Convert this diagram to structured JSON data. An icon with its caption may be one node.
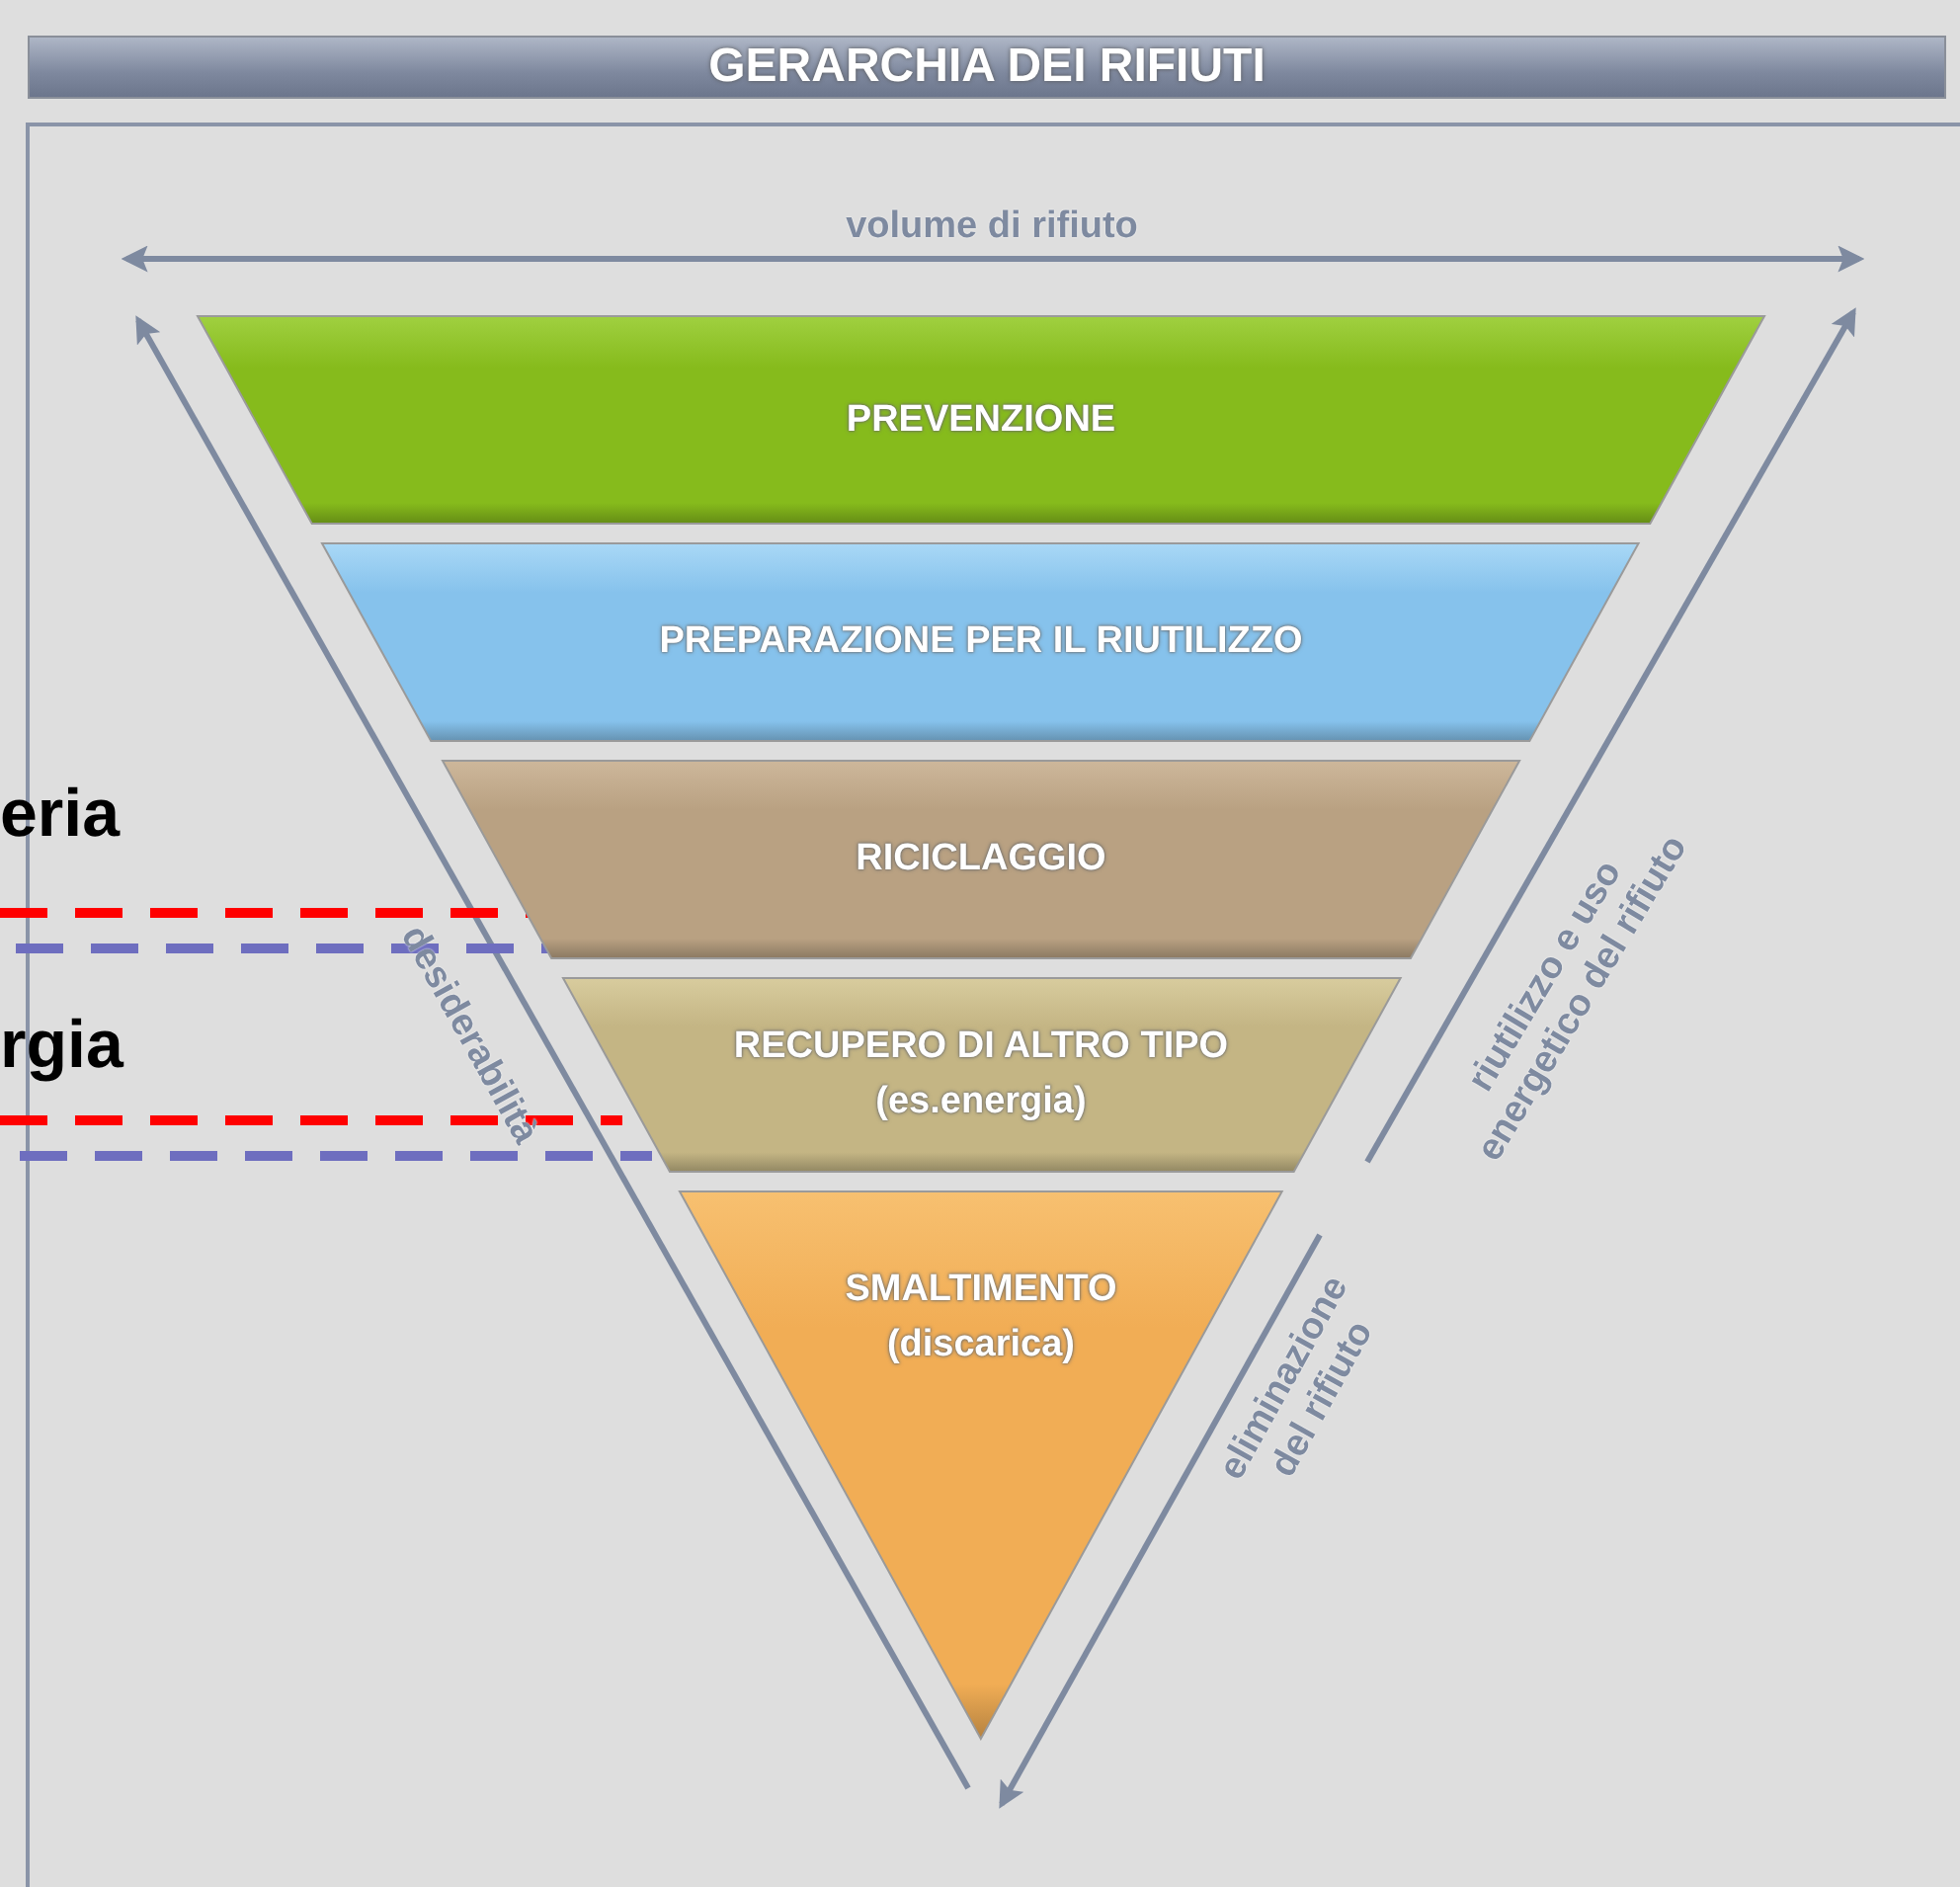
{
  "diagram": {
    "title": "GERARCHIA DEI RIFIUTI",
    "nodes": [
      {
        "text": [
          "PREVENZIONE"
        ]
      },
      {
        "text": [
          "PREPARAZIONE PER IL RIUTILIZZO"
        ]
      },
      {
        "text": [
          "RICICLAGGIO"
        ]
      },
      {
        "text": [
          "RECUPERO DI ALTRO TIPO",
          "(es.energia)"
        ]
      },
      {
        "text": [
          "SMALTIMENTO",
          "(discarica)"
        ]
      }
    ],
    "edges": [],
    "labels": [
      "volume di rifiuto",
      "eria",
      "desiderabilità",
      "riutilizzo e uso energetico del rifiuto",
      "rgia",
      "eliminazione del rifiuto"
    ]
  }
}
